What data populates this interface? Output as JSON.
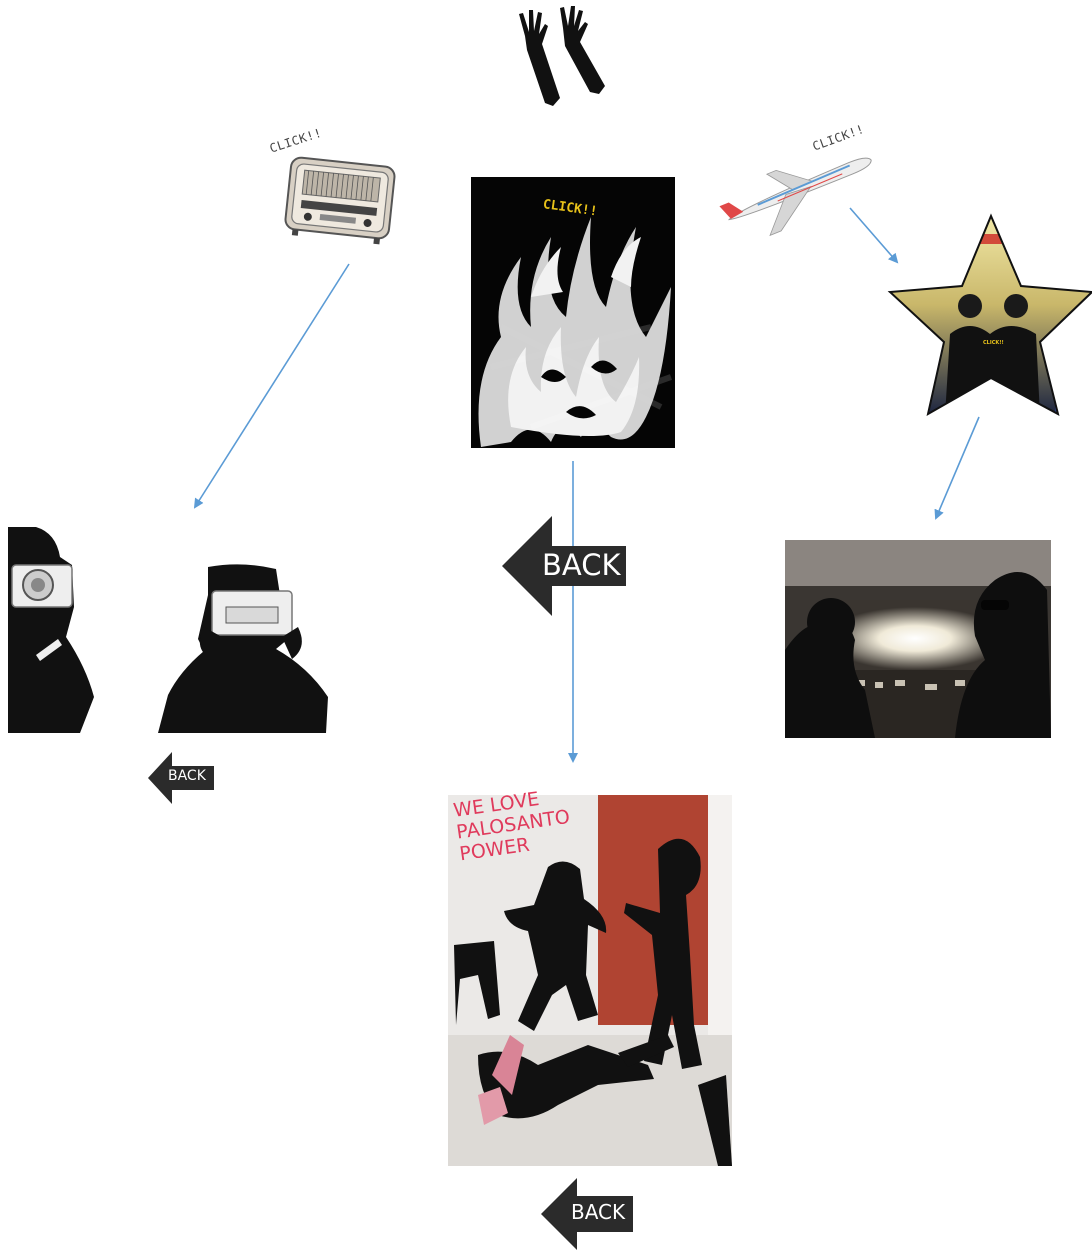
{
  "labels": {
    "radio_click": "CLICK!!",
    "plane_click": "CLICK!!",
    "fire_click": "CLICK!!",
    "star_click": "CLICK!!"
  },
  "caption": {
    "line1": "WE LOVE",
    "line2": "PALOSANTO",
    "line3": "POWER"
  },
  "buttons": {
    "back_center": "BACK",
    "back_left": "BACK",
    "back_bottom": "BACK"
  },
  "colors": {
    "connector": "#5b9bd5",
    "back_arrow": "#2b2b2b",
    "fire_click": "#e8c21a",
    "caption": "#e03a5c"
  }
}
